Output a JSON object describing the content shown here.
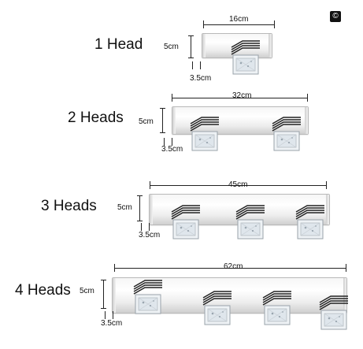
{
  "logo": {
    "icon": "copyright-logo",
    "glyph": "©"
  },
  "variants": [
    {
      "title": "1 Head",
      "width_label": "16cm",
      "height_label": "5cm",
      "depth_label": "3.5cm",
      "heads": 1
    },
    {
      "title": "2 Heads",
      "width_label": "32cm",
      "height_label": "5cm",
      "depth_label": "3.5cm",
      "heads": 2
    },
    {
      "title": "3 Heads",
      "width_label": "45cm",
      "height_label": "5cm",
      "depth_label": "3.5cm",
      "heads": 3
    },
    {
      "title": "4 Heads",
      "width_label": "62cm",
      "height_label": "5cm",
      "depth_label": "3.5cm",
      "heads": 4
    }
  ],
  "colors": {
    "chrome": "#d9d9d9",
    "crystal": "#e9eef2",
    "outline": "#222222"
  }
}
